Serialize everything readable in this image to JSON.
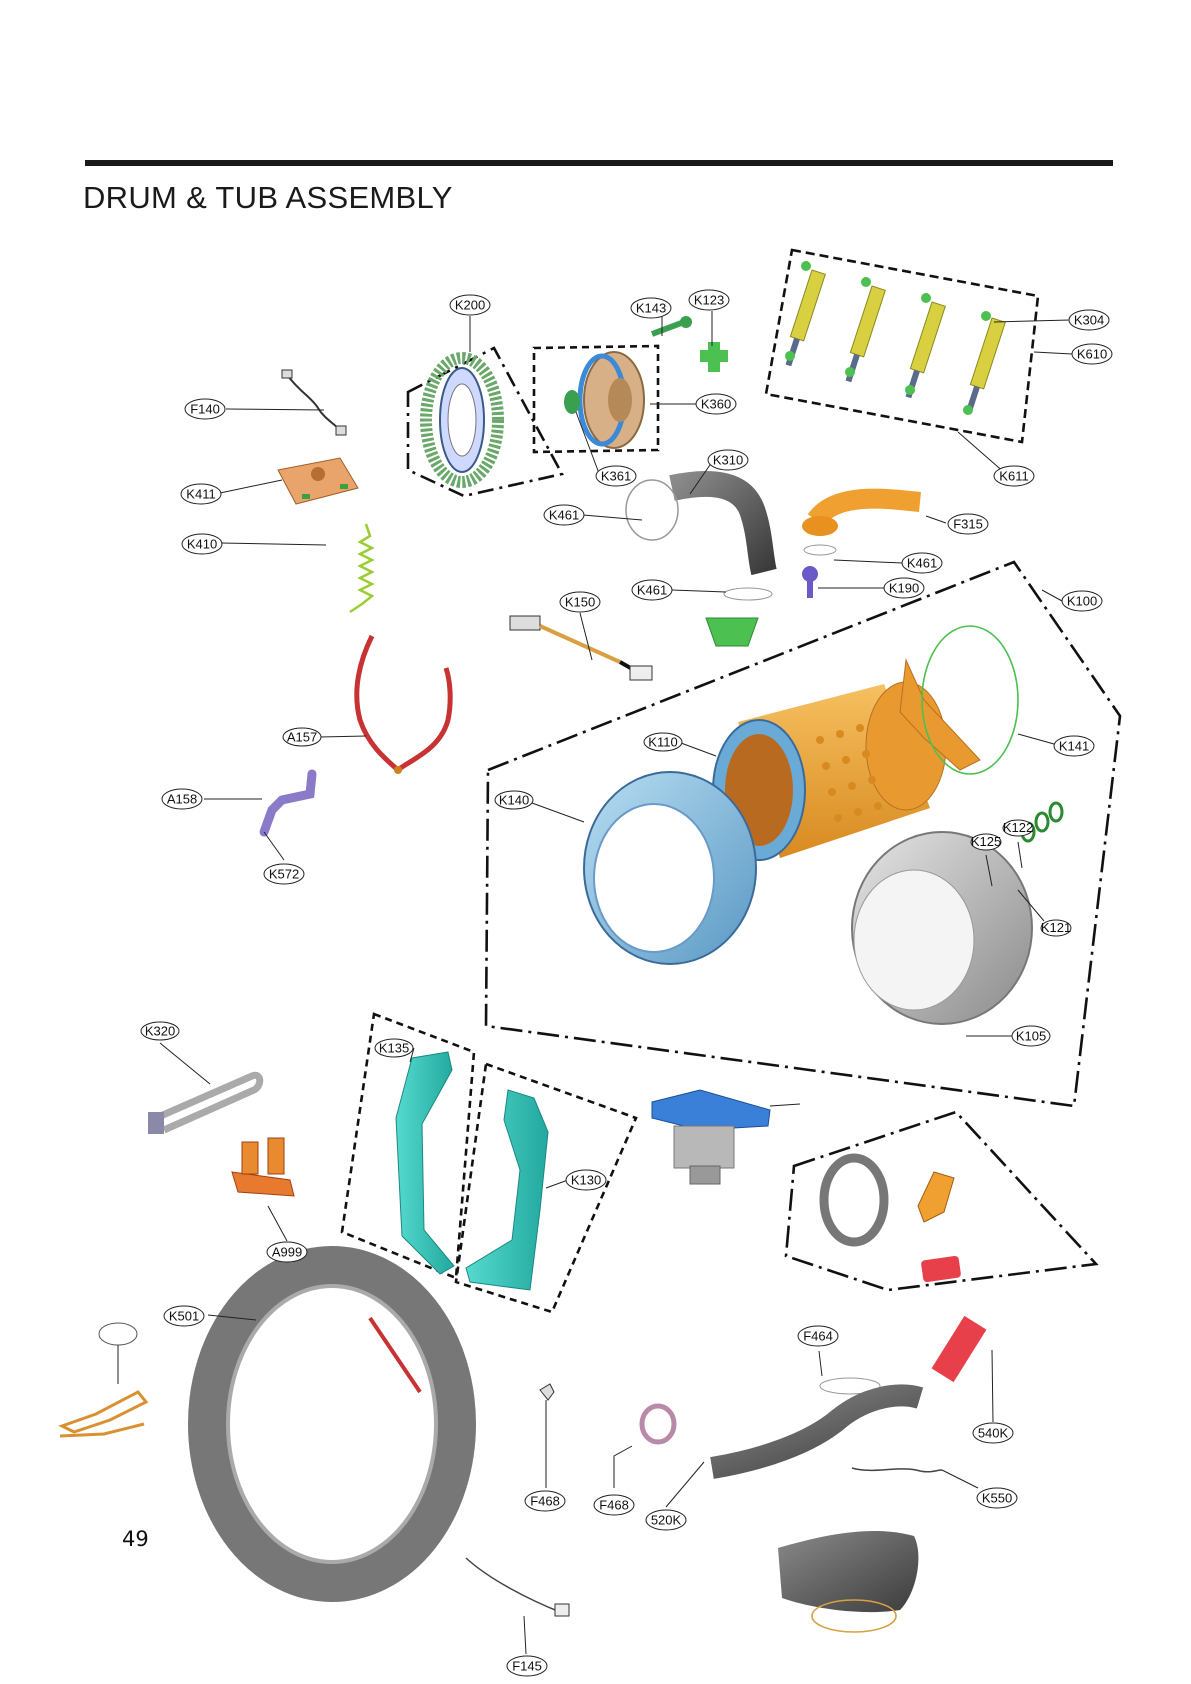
{
  "header": {
    "title": "DRUM & TUB ASSEMBLY"
  },
  "footer": {
    "page_number": "49"
  },
  "part_labels": {
    "K200": "K200",
    "K143": "K143",
    "K123": "K123",
    "K304": "K304",
    "K610": "K610",
    "F140": "F140",
    "K360": "K360",
    "K361": "K361",
    "K310": "K310",
    "K611": "K611",
    "K411": "K411",
    "K461_a": "K461",
    "F315": "F315",
    "K410": "K410",
    "K461_b": "K461",
    "K461_c": "K461",
    "K190": "K190",
    "K150": "K150",
    "K100": "K100",
    "K141": "K141",
    "A157": "A157",
    "K110": "K110",
    "K140": "K140",
    "A158": "A158",
    "K122": "K122",
    "K125": "K125",
    "K572": "K572",
    "K121": "K121",
    "K105": "K105",
    "K320": "K320",
    "K135": "K135",
    "K130": "K130",
    "A999": "A999",
    "K501": "K501",
    "F464": "F464",
    "540K": "540K",
    "F468_a": "F468",
    "F468_b": "F468",
    "520K": "520K",
    "K550": "K550",
    "F145": "F145"
  },
  "colors": {
    "drum": "#f0a030",
    "tub_front": "#8ec6e6",
    "tub_rear": "#c8c8c8",
    "stator": "#5a8a5a",
    "gasket": "#8c8c8c",
    "frame": "#3cc9bf",
    "shock_absorber": "#d8d040",
    "hose": "#6a6a6a",
    "pump": "#3a7fd8",
    "heater": "#b0b0b0",
    "wire_orange": "#e0a030"
  }
}
